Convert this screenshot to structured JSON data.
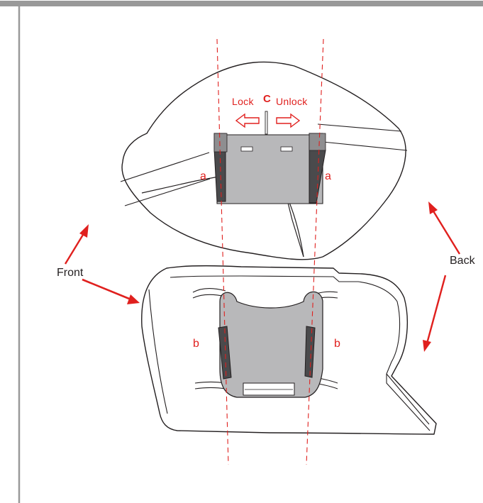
{
  "labels": {
    "lock": "Lock",
    "c": "C",
    "unlock": "Unlock",
    "a": "a",
    "b": "b",
    "front": "Front",
    "back": "Back"
  },
  "colors": {
    "annotation": "#e0201e",
    "outline": "#231f20",
    "bracket_fill": "#b8b8ba",
    "bracket_dark": "#4a4a4c",
    "frame_border": "#999999"
  }
}
